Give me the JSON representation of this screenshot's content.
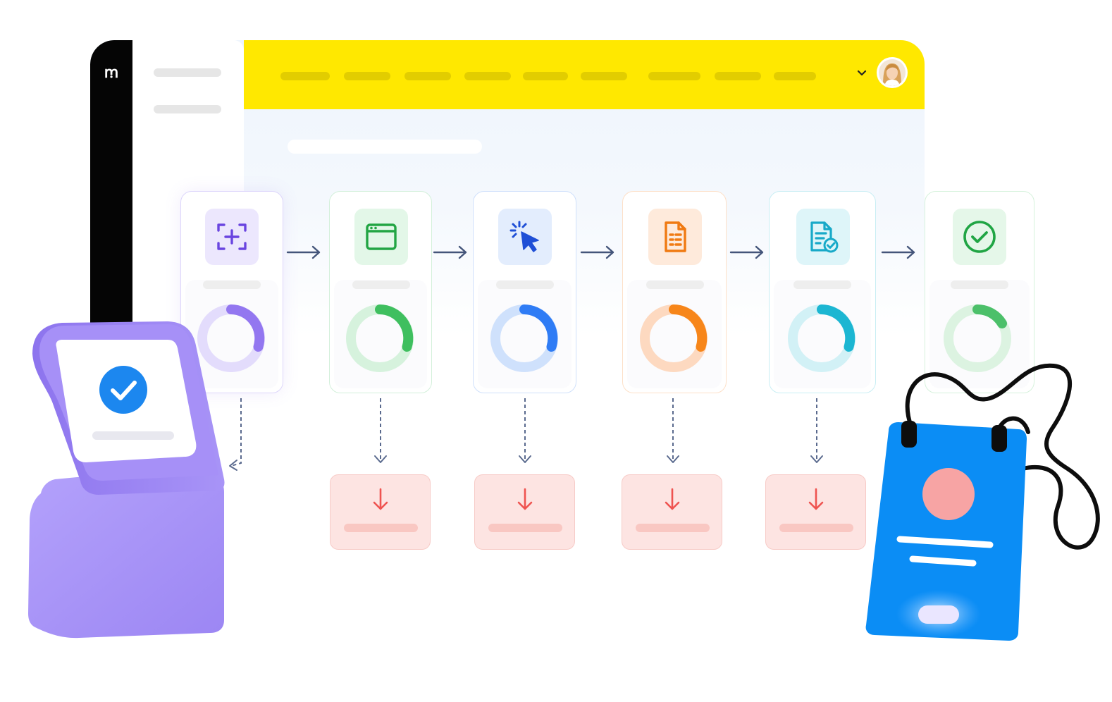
{
  "app": {
    "logo_glyph": "ꭑ"
  },
  "colors": {
    "topbar": "#ffe800",
    "rail": "#050505",
    "stage_purple": "#8b6cf0",
    "stage_green": "#3fbf5f",
    "stage_blue": "#2f7cf5",
    "stage_orange": "#f7861a",
    "stage_teal": "#1cb6d2",
    "output_red": "#ef5350",
    "kiosk": "#a08cf5",
    "badge": "#0b8df5"
  },
  "pipeline": {
    "stages": [
      {
        "icon": "scan-add-icon",
        "progress": 0.3
      },
      {
        "icon": "browser-window-icon",
        "progress": 0.3
      },
      {
        "icon": "cursor-click-icon",
        "progress": 0.3
      },
      {
        "icon": "document-icon",
        "progress": 0.3
      },
      {
        "icon": "document-check-icon",
        "progress": 0.3
      },
      {
        "icon": "check-circle-icon",
        "progress": 0.15
      }
    ]
  }
}
